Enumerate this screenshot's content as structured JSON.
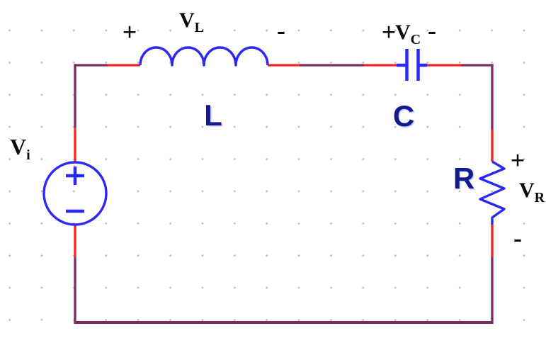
{
  "colors": {
    "wire_red": "#f92420",
    "wire_purple": "#7e2a62",
    "component_blue": "#2b29f2",
    "label_navy": "#151b8d",
    "text_black": "#0a0a0a",
    "grid_dot": "#bdbdbd",
    "background": "#ffffff"
  },
  "source": {
    "voltage_label_main": "V",
    "voltage_label_sub": "i",
    "polarity_plus": "+",
    "polarity_minus": "−"
  },
  "inductor": {
    "component_label": "L",
    "voltage_label_main": "V",
    "voltage_label_sub": "L",
    "polarity_plus": "+",
    "polarity_minus": "-"
  },
  "capacitor": {
    "component_label": "C",
    "voltage_label_main": "V",
    "voltage_label_sub": "C",
    "polarity_plus": "+",
    "polarity_minus": "-"
  },
  "resistor": {
    "component_label": "R",
    "voltage_label_main": "V",
    "voltage_label_sub": "R",
    "polarity_plus": "+",
    "polarity_minus": "-"
  }
}
